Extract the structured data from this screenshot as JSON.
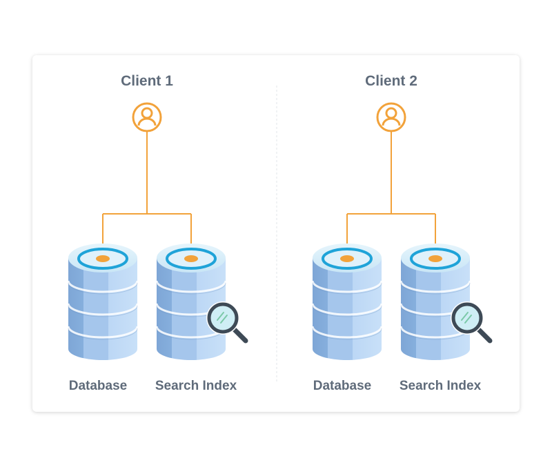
{
  "colors": {
    "accent": "#f2a23a",
    "label": "#5f6b7a",
    "cylinder_light": "#b5d3f3",
    "cylinder_dark": "#7ea6d6",
    "ring": "#1fa3d8",
    "magnifier": "#3e4a56"
  },
  "clients": [
    {
      "title": "Client 1",
      "icon": "user-icon",
      "stores": [
        {
          "label": "Database",
          "icon": "database-icon"
        },
        {
          "label": "Search Index",
          "icon": "database-icon",
          "badge": "magnifier-icon"
        }
      ]
    },
    {
      "title": "Client 2",
      "icon": "user-icon",
      "stores": [
        {
          "label": "Database",
          "icon": "database-icon"
        },
        {
          "label": "Search Index",
          "icon": "database-icon",
          "badge": "magnifier-icon"
        }
      ]
    }
  ]
}
